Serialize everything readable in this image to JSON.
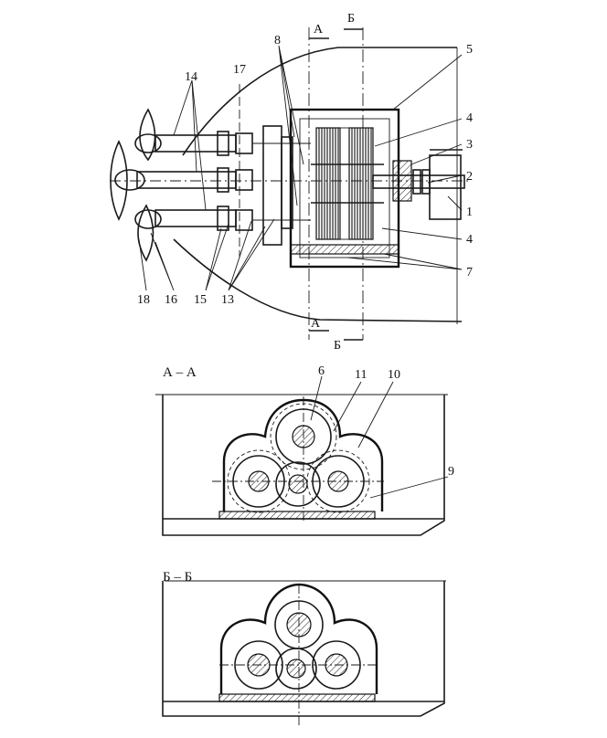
{
  "labels": {
    "l1": "1",
    "l2": "2",
    "l3": "3",
    "l4a": "4",
    "l4b": "4",
    "l5": "5",
    "l6": "6",
    "l7": "7",
    "l8": "8",
    "l9": "9",
    "l10": "10",
    "l11": "11",
    "l13": "13",
    "l14": "14",
    "l15": "15",
    "l16": "16",
    "l17": "17",
    "l18": "18"
  },
  "cut_marks": {
    "a_top": "А",
    "b_top": "Б",
    "a_bottom": "А",
    "b_bottom": "Б"
  },
  "sections": {
    "aa_title": "А – А",
    "bb_title": "Б – Б"
  }
}
